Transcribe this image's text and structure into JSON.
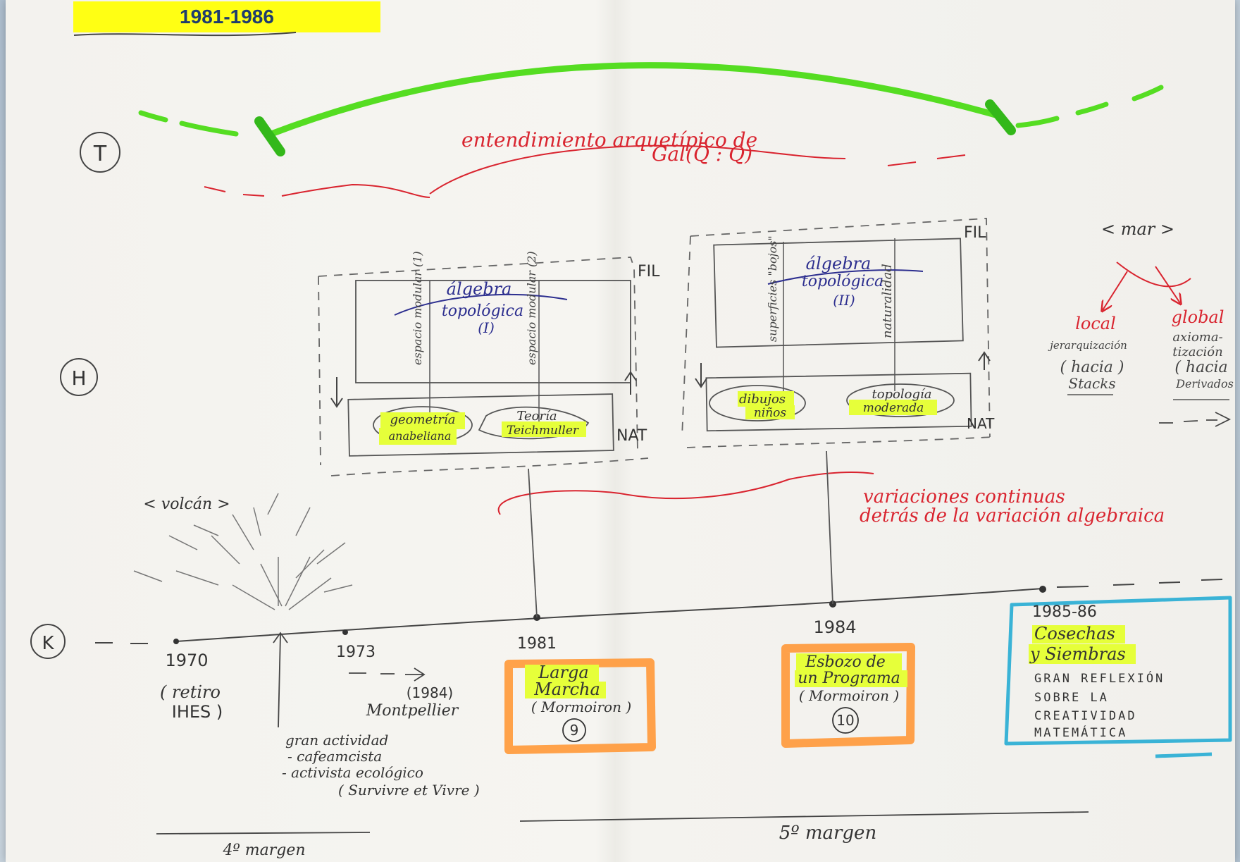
{
  "header": {
    "period": "1981-1986"
  },
  "levels": {
    "t": "T",
    "h": "H",
    "k": "K"
  },
  "top": {
    "line1": "entendimiento arquetípico de",
    "line2": "Gal(Q̄ : Q)"
  },
  "box1": {
    "fil": "FIL",
    "nat": "NAT",
    "alg1": "álgebra",
    "alg2": "topológica",
    "alg3": "(I)",
    "col_left": "espacio modular (1)",
    "col_right": "espacio modular (2)",
    "item_left1": "geometría",
    "item_left2": "anabeliana",
    "item_right1": "Teoría",
    "item_right2": "Teichmuller"
  },
  "box2": {
    "fil": "FIL",
    "nat": "NAT",
    "alg1": "álgebra",
    "alg2": "topológica",
    "alg3": "(II)",
    "col_left": "superficies \"bojos\"",
    "col_right": "naturalidad",
    "item_left1": "dibujos",
    "item_left2": "niños",
    "item_right1": "topología",
    "item_right2": "moderada"
  },
  "mar": {
    "title": "< mar >",
    "local": "local",
    "global": "global",
    "local_sub": "jerarquización",
    "global_sub1": "axioma-",
    "global_sub2": "tización",
    "local_dir1": "( hacia )",
    "local_dir2": "Stacks",
    "global_dir1": "( hacia",
    "global_dir2": "Derivados"
  },
  "middle": {
    "volcan": "< volcán >",
    "var1": "variaciones continuas",
    "var2": "detrás de la variación algebraica"
  },
  "timeline": {
    "y1970": "1970",
    "retiro1": "( retiro",
    "retiro2": "IHES )",
    "y1973": "1973",
    "y1984a": "(1984)",
    "montpellier": "Montpellier",
    "gran1": "gran actividad",
    "gran2": "- cafeamcista",
    "gran3": "- activista ecológico",
    "gran4": "( Survivre et Vivre )",
    "y1981": "1981",
    "lm1": "Larga",
    "lm2": "Marcha",
    "lm3": "( Mormoiron )",
    "lm4": "9",
    "y1984": "1984",
    "ep1": "Esbozo de",
    "ep2": "un Programa",
    "ep3": "( Mormoiron )",
    "ep4": "10",
    "y1985": "1985-86",
    "cs1": "Cosechas",
    "cs2": "y Siembras",
    "gr1": "GRAN REFLEXIÓN",
    "gr2": "SOBRE LA",
    "gr3": "CREATIVIDAD",
    "gr4": "MATEMÁTICA"
  },
  "margins": {
    "m4": "4º margen",
    "m5": "5º margen"
  },
  "colors": {
    "green": "#55dd22",
    "red": "#d9242f",
    "blue": "#2d2f8f",
    "highlight": "#e6ff3a",
    "orange": "#ff9a3c",
    "cyan": "#3ab3d6",
    "pencil": "#555555"
  }
}
